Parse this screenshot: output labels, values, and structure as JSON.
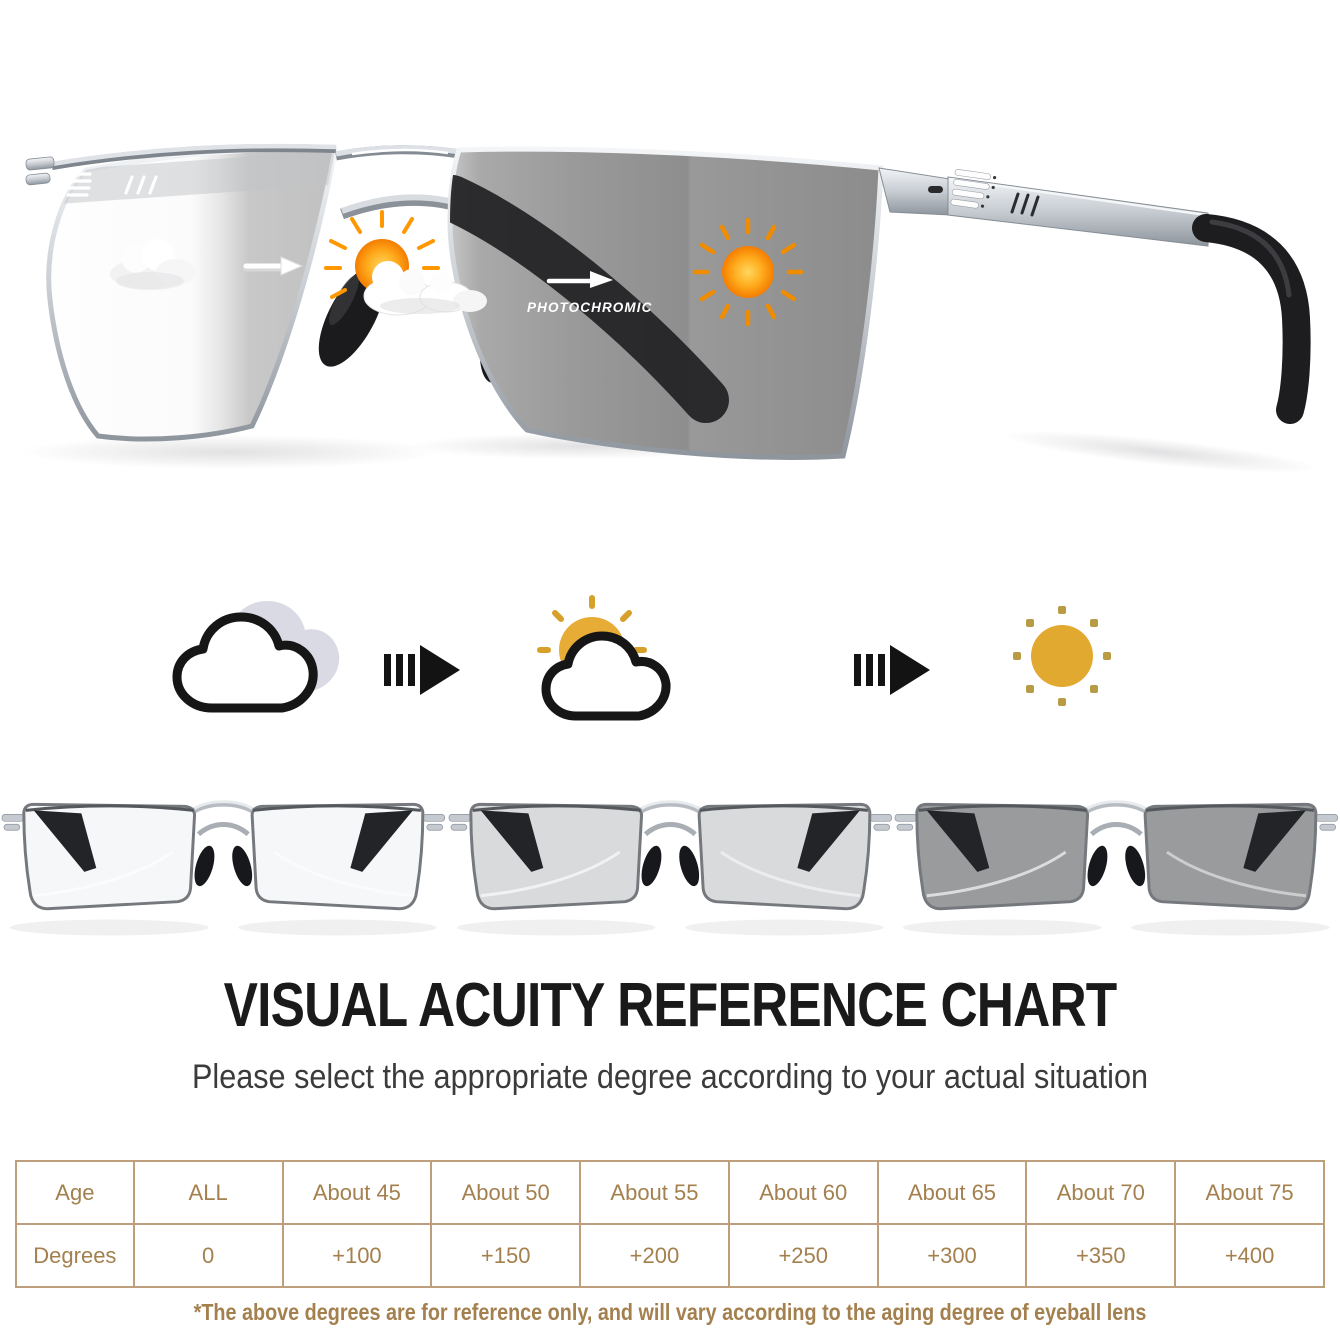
{
  "hero": {
    "lens_label": "PHOTOCHROMIC",
    "description": "three-quarter view photochromic sunglasses, left lens clear fading to grey, right lens dark grey",
    "clear_lens_color": "#fbfbfb",
    "tinted_lens_color": "#909090",
    "frame_color": "#c7ccd2",
    "sun_color": "#ff9d00"
  },
  "transition_row": {
    "icons": [
      "cloudy-icon",
      "arrow-right-icon",
      "partly-sunny-icon",
      "arrow-right-icon",
      "sunny-icon"
    ],
    "sun_color": "#e4aa32",
    "arrow_color": "#131313"
  },
  "lens_states": [
    {
      "name": "clear",
      "lens_color": "#f6f7f8"
    },
    {
      "name": "medium-tint",
      "lens_color": "#d9dadb"
    },
    {
      "name": "dark-tint",
      "lens_color": "#9a9b9d"
    }
  ],
  "reference_chart": {
    "title": "VISUAL ACUITY REFERENCE CHART",
    "subtitle": "Please select the appropriate degree according to your actual situation",
    "table": {
      "row_headers": [
        "Age",
        "Degrees"
      ],
      "age_values": [
        "ALL",
        "About 45",
        "About 50",
        "About 55",
        "About 60",
        "About 65",
        "About 70",
        "About 75"
      ],
      "degree_values": [
        "0",
        "+100",
        "+150",
        "+200",
        "+250",
        "+300",
        "+350",
        "+400"
      ],
      "text_color": "#a3804e",
      "border_color": "#bd9f7c"
    },
    "footnote": "*The above degrees are for reference only, and will vary according to the aging degree of eyeball lens"
  }
}
